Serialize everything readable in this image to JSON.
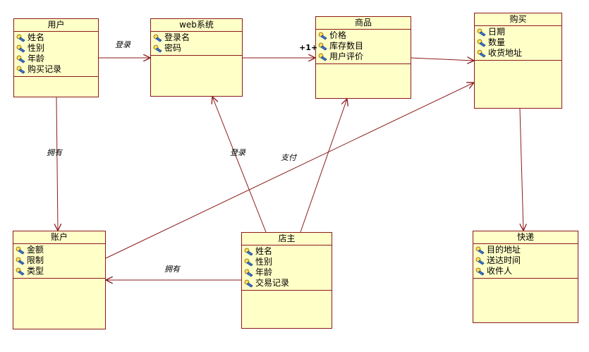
{
  "colors": {
    "box_fill": "#ffffc8",
    "border": "#8b1a1a",
    "line": "#8b1a1a",
    "text": "#000000"
  },
  "icon": "attribute-key-icon",
  "classes": {
    "user": {
      "title": "用户",
      "attrs": [
        "姓名",
        "性别",
        "年龄",
        "购买记录"
      ]
    },
    "web": {
      "title": "web系统",
      "attrs": [
        "登录名",
        "密码"
      ]
    },
    "product": {
      "title": "商品",
      "attrs": [
        "价格",
        "库存数目",
        "用户评价"
      ]
    },
    "purchase": {
      "title": "购买",
      "attrs": [
        "日期",
        "数量",
        "收货地址"
      ]
    },
    "account": {
      "title": "账户",
      "attrs": [
        "金额",
        "限制",
        "类型"
      ]
    },
    "owner": {
      "title": "店主",
      "attrs": [
        "姓名",
        "性别",
        "年龄",
        "交易记录"
      ]
    },
    "delivery": {
      "title": "快递",
      "attrs": [
        "目的地址",
        "送达时间",
        "收件人"
      ]
    }
  },
  "labels": {
    "user_login": "登录",
    "user_own": "拥有",
    "owner_login": "登录",
    "pay": "支付",
    "owner_own": "拥有",
    "multiplicity": "+1+"
  }
}
